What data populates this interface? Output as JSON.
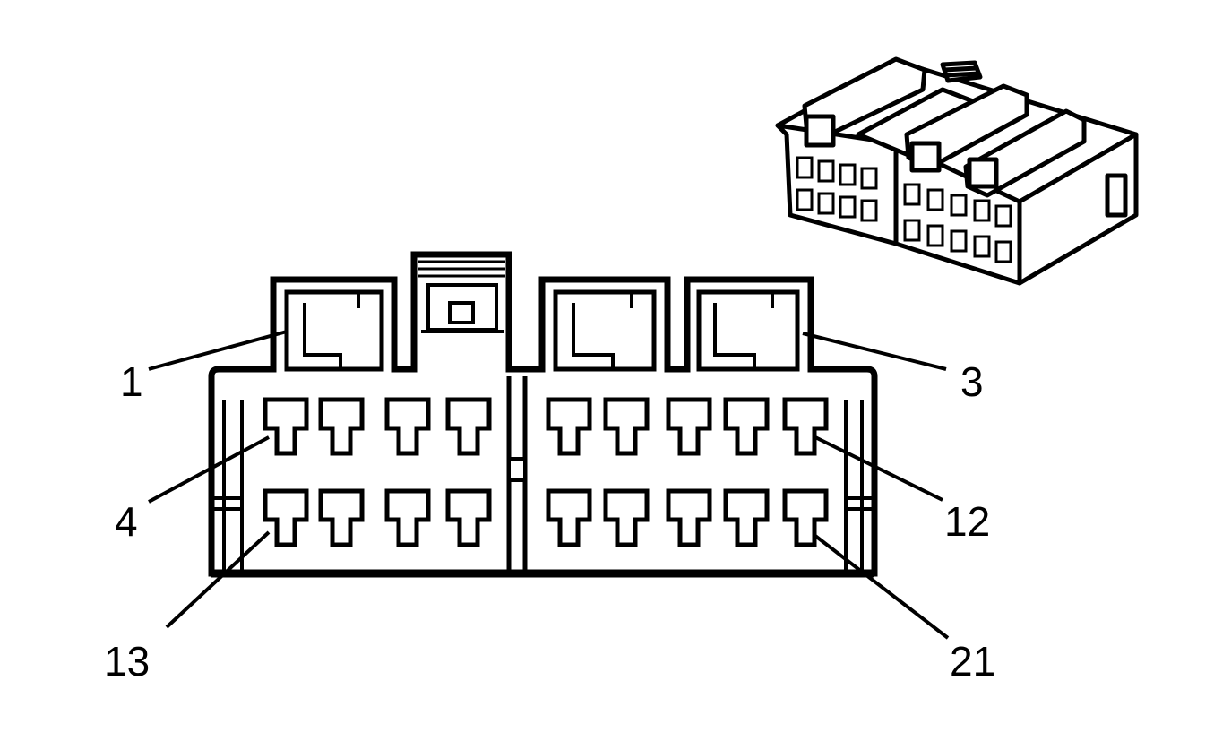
{
  "colors": {
    "line": "#000000",
    "background": "#ffffff"
  },
  "labels": {
    "pin_1": "1",
    "pin_3": "3",
    "pin_4": "4",
    "pin_12": "12",
    "pin_13": "13",
    "pin_21": "21"
  }
}
